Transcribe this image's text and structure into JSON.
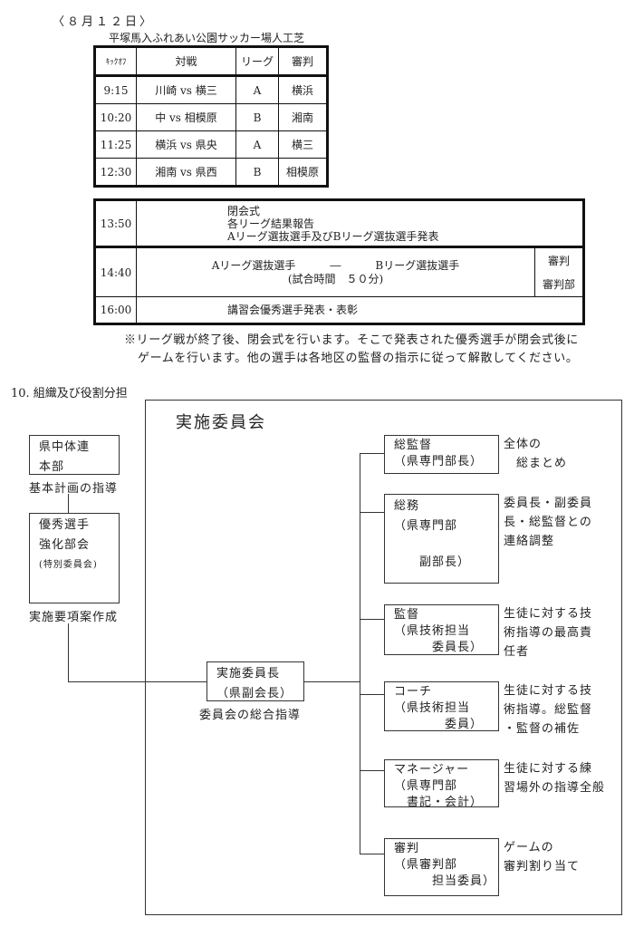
{
  "schedule": {
    "date": "〈８月１２日〉",
    "venue": "平塚馬入ふれあい公園サッカー場人工芝",
    "headers": [
      "ｷｯｸｵﾌ",
      "対戦",
      "リーグ",
      "審判"
    ],
    "rows": [
      {
        "time": "9:15",
        "match": "川崎 vs 横三",
        "league": "A",
        "referee": "横浜"
      },
      {
        "time": "10:20",
        "match": "中 vs 相模原",
        "league": "B",
        "referee": "湘南"
      },
      {
        "time": "11:25",
        "match": "横浜 vs 県央",
        "league": "A",
        "referee": "横三"
      },
      {
        "time": "12:30",
        "match": "湘南 vs 県西",
        "league": "B",
        "referee": "相模原"
      }
    ]
  },
  "closing": {
    "row1": {
      "time": "13:50",
      "lines": [
        "閉会式",
        "各リーグ結果報告",
        "Aリーグ選抜選手及びBリーグ選抜選手発表"
      ]
    },
    "row2": {
      "time": "14:40",
      "team_a": "Aリーグ選抜選手",
      "dash": "―",
      "team_b": "Bリーグ選抜選手",
      "duration": "(試合時間　５０分)",
      "ref_label": "審判",
      "ref_value": "審判部"
    },
    "row3": {
      "time": "16:00",
      "text": "講習会優秀選手発表・表彰"
    },
    "note_line1": "※リーグ戦が終了後、閉会式を行います。そこで発表された優秀選手が閉会式後に",
    "note_line2": "ゲームを行います。他の選手は各地区の監督の指示に従って解散してください。"
  },
  "org": {
    "section_title": "10. 組織及び役割分担",
    "committee_title": "実施委員会",
    "hq": {
      "line1": "県中体連",
      "line2": "本部",
      "role": "基本計画の指導"
    },
    "special": {
      "line1": "優秀選手",
      "line2": "強化部会",
      "line3": "(特別委員会)",
      "role": "実施要項案作成"
    },
    "chair": {
      "line1": "実施委員長",
      "line2": "（県副会長）",
      "role": "委員会の総合指導"
    },
    "members": [
      {
        "lines": [
          "総監督",
          "（県専門部長）"
        ],
        "desc": [
          "全体の",
          "　総まとめ"
        ]
      },
      {
        "lines": [
          "総務",
          "（県専門部",
          "",
          "　　副部長）"
        ],
        "desc": [
          "委員長・副委員",
          "長・総監督との",
          "連絡調整"
        ]
      },
      {
        "lines": [
          "監督",
          "（県技術担当",
          "　　　委員長）"
        ],
        "desc": [
          "生徒に対する技",
          "術指導の最高責",
          "任者"
        ]
      },
      {
        "lines": [
          "コーチ",
          "（県技術担当",
          "　　　　委員）"
        ],
        "desc": [
          "生徒に対する技",
          "術指導。総監督",
          "・監督の補佐"
        ]
      },
      {
        "lines": [
          "マネージャー",
          "（県専門部",
          "　書記・会計）"
        ],
        "desc": [
          "生徒に対する練",
          "習場外の指導全般"
        ]
      },
      {
        "lines": [
          "審判",
          "（県審判部",
          "　　　担当委員）"
        ],
        "desc": [
          "ゲームの",
          "審判割り当て"
        ]
      }
    ]
  }
}
